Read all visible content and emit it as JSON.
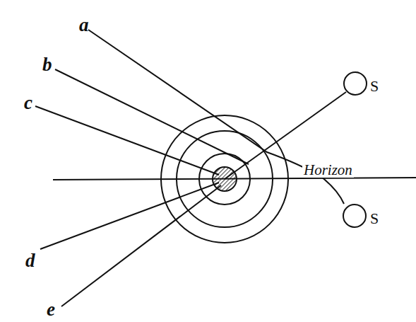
{
  "diagram": {
    "labels": [
      "a",
      "b",
      "S",
      "c",
      "Horizon",
      "S",
      "d",
      "e"
    ]
  }
}
